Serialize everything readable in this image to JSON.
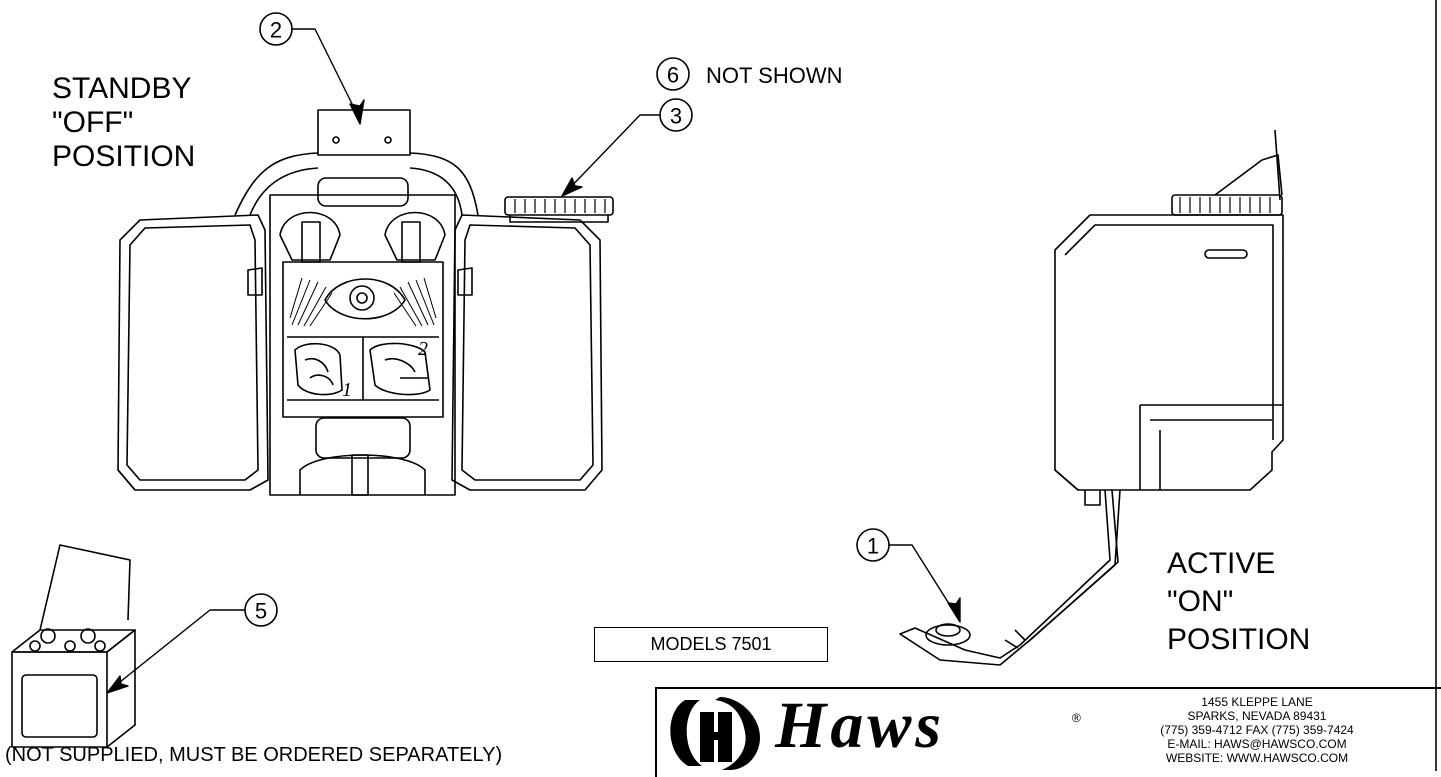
{
  "labels": {
    "standby": [
      "STANDBY",
      "\"OFF\"",
      "POSITION"
    ],
    "active": [
      "ACTIVE",
      "\"ON\"",
      "POSITION"
    ],
    "not_shown": "NOT SHOWN",
    "models": "MODELS 7501",
    "footer_note": "(NOT SUPPLIED, MUST BE ORDERED SEPARATELY)"
  },
  "callouts": [
    "1",
    "2",
    "3",
    "5",
    "6"
  ],
  "title_block": {
    "logo": "Haws",
    "registered": "®",
    "address_lines": [
      "1455 KLEPPE LANE",
      "SPARKS, NEVADA  89431",
      "(775) 359-4712  FAX (775) 359-7424",
      "E-MAIL:  HAWS@HAWSCO.COM",
      "WEBSITE: WWW.HAWSCO.COM"
    ]
  },
  "insert_numbers": [
    "1",
    "2"
  ]
}
